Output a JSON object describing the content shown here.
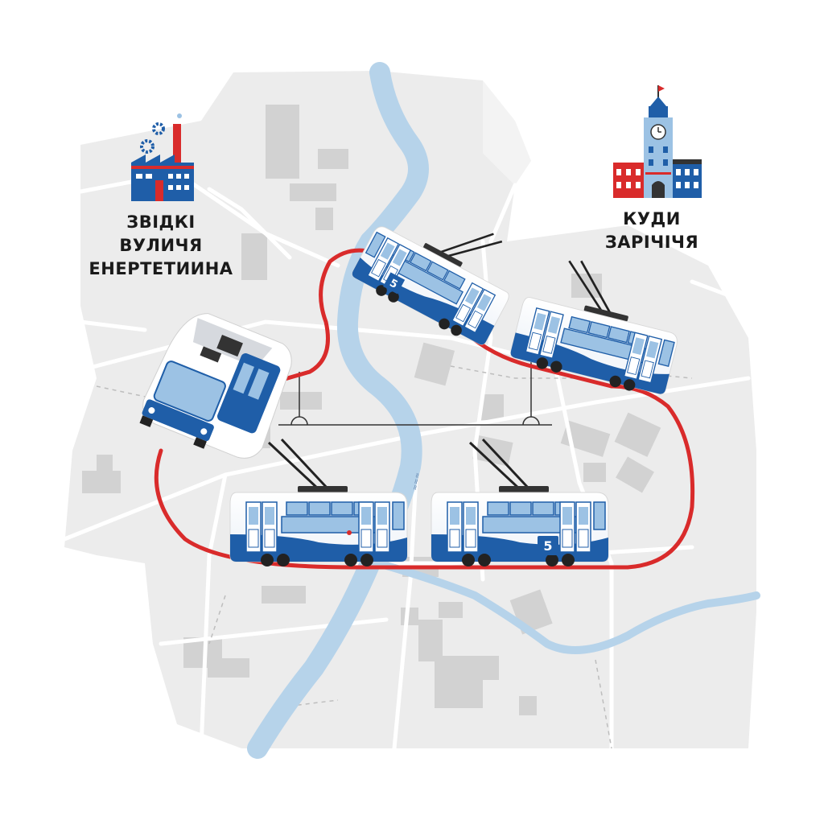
{
  "origin": {
    "lines": [
      "ЗВІДКІ",
      "ВУЛИЧЯ",
      "ЕНЕРТЕТИИНА"
    ],
    "icon": "factory-icon"
  },
  "destination": {
    "lines": [
      "КУДИ",
      "ЗАРІЧІЧЯ"
    ],
    "icon": "town-hall-icon"
  },
  "route": {
    "number": "5",
    "line_color": "#d92b2b",
    "vehicle": "trolleybus"
  },
  "colors": {
    "land": "#ececec",
    "block": "#cfcfcf",
    "river": "#b6d3ea",
    "vehicle_blue": "#1f5ea8",
    "vehicle_light": "#9cc2e4",
    "text": "#1a1a1a"
  }
}
